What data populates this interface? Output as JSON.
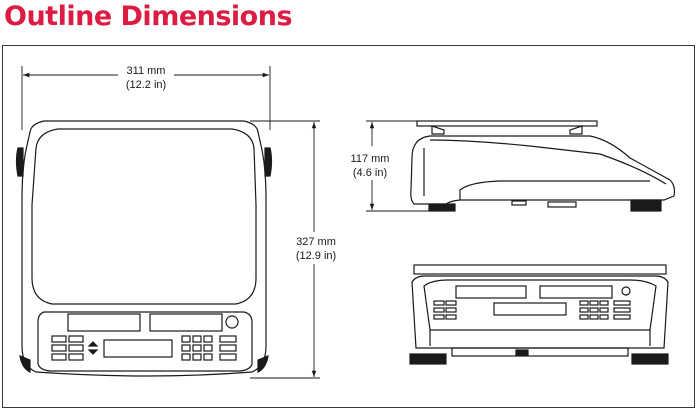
{
  "title": "Outline Dimensions",
  "width": {
    "mm": "311 mm",
    "in": "(12.2 in)"
  },
  "height": {
    "mm": "117 mm",
    "in": "(4.6 in)"
  },
  "depth": {
    "mm": "327 mm",
    "in": "(12.9 in)"
  },
  "colors": {
    "title": "#dc1c43",
    "line": "#1a1a1a",
    "frame": "#3a3a3a"
  }
}
